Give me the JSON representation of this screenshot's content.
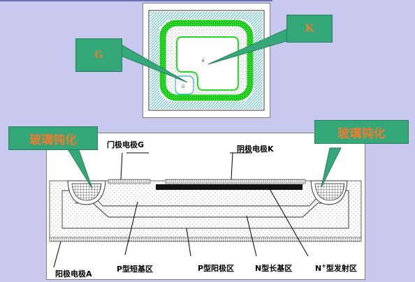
{
  "top_view": {
    "gate_label": "G",
    "cathode_label": "K",
    "inner_gate_label": "G",
    "inner_cathode_label": "K"
  },
  "cross_section": {
    "passivation_left": "玻璃钝化",
    "passivation_right": "玻璃钝化",
    "gate_electrode": "门极电极G",
    "cathode_electrode": "阴极电极K",
    "anode_electrode": "阳极电极A",
    "p_short_base": "P型短基区",
    "p_anode": "P型阳极区",
    "n_long_base": "N型长基区",
    "n_emitter_prefix": "N",
    "n_emitter_sup": "+",
    "n_emitter_suffix": "型发射区"
  },
  "colors": {
    "background": "#c9c9f0",
    "callout": "#35a87a",
    "callout_text": "#f07a2f",
    "ring_green": "#22dd22",
    "hatch_cyan": "#2fb8b8"
  }
}
